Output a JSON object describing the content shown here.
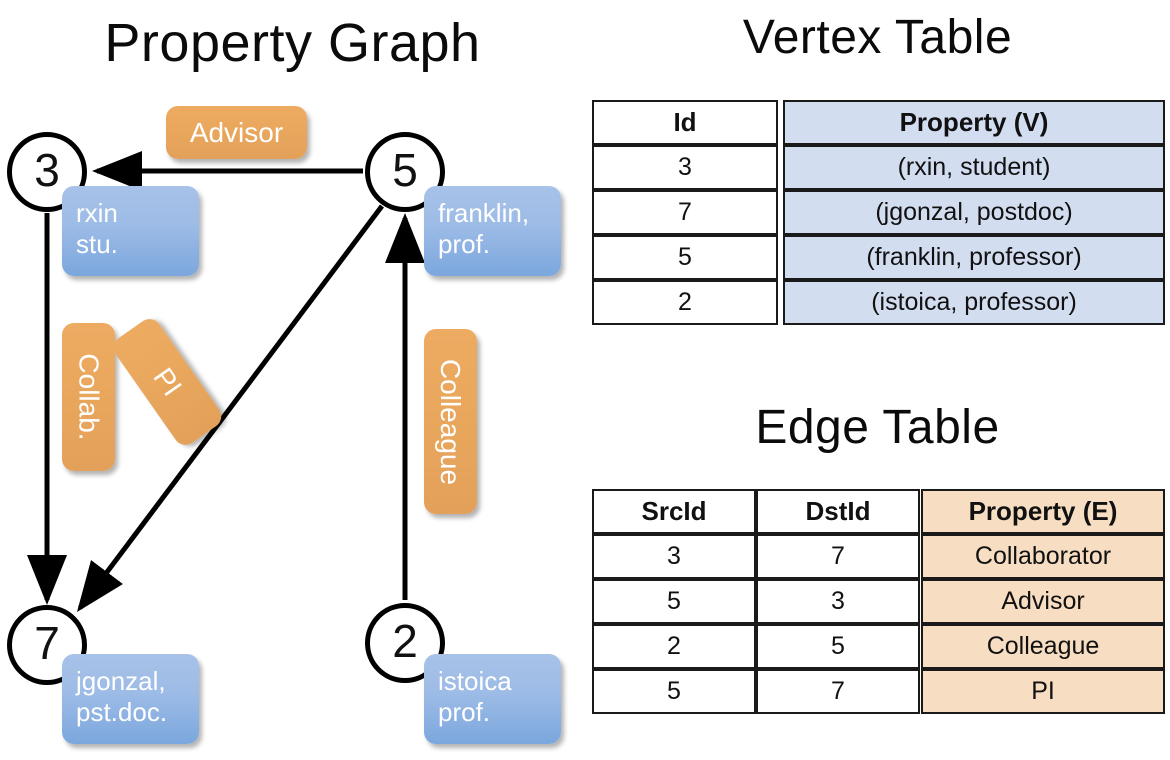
{
  "titles": {
    "property_graph": "Property Graph",
    "vertex_table": "Vertex Table",
    "edge_table": "Edge Table"
  },
  "graph": {
    "nodes": [
      {
        "id": "3",
        "name": "rxin",
        "role": "stu.",
        "label_line1": "rxin",
        "label_line2": "stu."
      },
      {
        "id": "5",
        "name": "franklin",
        "role": "prof.",
        "label_line1": "franklin,",
        "label_line2": "prof."
      },
      {
        "id": "7",
        "name": "jgonzal",
        "role": "pst.doc.",
        "label_line1": "jgonzal,",
        "label_line2": "pst.doc."
      },
      {
        "id": "2",
        "name": "istoica",
        "role": "prof.",
        "label_line1": "istoica",
        "label_line2": "prof."
      }
    ],
    "edge_labels": [
      {
        "key": "advisor",
        "label": "Advisor",
        "src": "5",
        "dst": "3"
      },
      {
        "key": "collab",
        "label": "Collab.",
        "src": "3",
        "dst": "7"
      },
      {
        "key": "pi",
        "label": "PI",
        "src": "5",
        "dst": "7"
      },
      {
        "key": "colleague",
        "label": "Colleague",
        "src": "2",
        "dst": "5"
      }
    ]
  },
  "vertex_table": {
    "headers": {
      "id": "Id",
      "property": "Property (V)"
    },
    "rows": [
      {
        "id": "3",
        "property": "(rxin, student)"
      },
      {
        "id": "7",
        "property": "(jgonzal, postdoc)"
      },
      {
        "id": "5",
        "property": "(franklin, professor)"
      },
      {
        "id": "2",
        "property": "(istoica, professor)"
      }
    ]
  },
  "edge_table": {
    "headers": {
      "src": "SrcId",
      "dst": "DstId",
      "property": "Property (E)"
    },
    "rows": [
      {
        "src": "3",
        "dst": "7",
        "property": "Collaborator"
      },
      {
        "src": "5",
        "dst": "3",
        "property": "Advisor"
      },
      {
        "src": "2",
        "dst": "5",
        "property": "Colleague"
      },
      {
        "src": "5",
        "dst": "7",
        "property": "PI"
      }
    ]
  },
  "colors": {
    "vertex_property_fill": "#d3ddf0",
    "edge_property_fill": "#f7ddc2",
    "node_box_blue": "#9cbbe6",
    "edge_label_orange": "#eaa85e",
    "stroke": "#000000"
  }
}
